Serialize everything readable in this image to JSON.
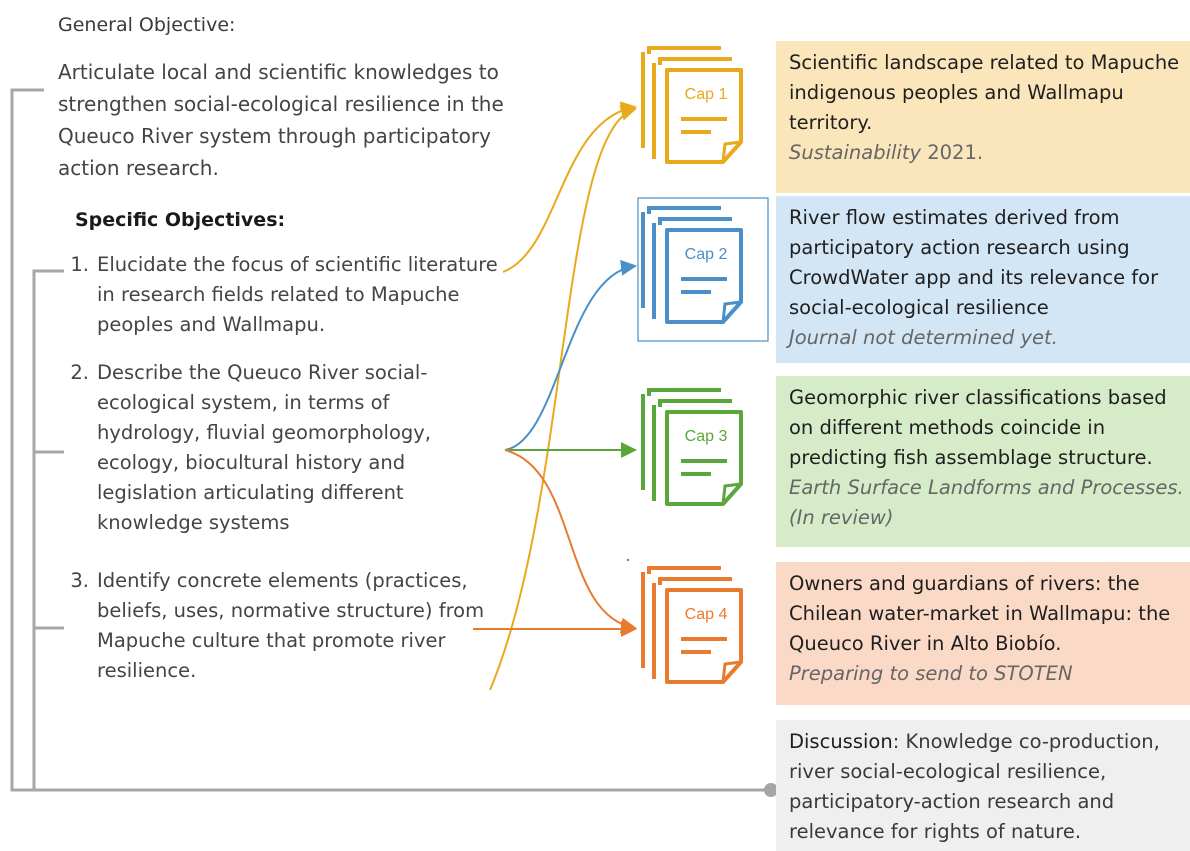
{
  "general": {
    "title": "General Objective:",
    "text": "Articulate local and scientific knowledges to strengthen social-ecological resilience in the Queuco River system through participatory action research."
  },
  "specific": {
    "title": "Specific Objectives:",
    "items": [
      {
        "num": "1.",
        "text": "Elucidate the focus of scientific literature in research fields related to Mapuche peoples and Wallmapu."
      },
      {
        "num": "2.",
        "text": "Describe the Queuco River social-ecological system, in terms of hydrology, fluvial geomorphology, ecology, biocultural history and legislation articulating different knowledge systems"
      },
      {
        "num": "3.",
        "text": "Identify concrete elements (practices, beliefs, uses, normative structure) from Mapuche culture that promote river resilience."
      }
    ]
  },
  "chapters": [
    {
      "label": "Cap 1",
      "color": "#e8a91c",
      "box_color": "#fbe6bc",
      "title": "Scientific landscape related to Mapuche indigenous peoples and Wallmapu territory.",
      "journal": "Sustainability",
      "journal_suffix": " 2021."
    },
    {
      "label": "Cap 2",
      "color": "#4a8fc8",
      "box_color": "#d3e6f6",
      "title": "River flow estimates derived from participatory action research using CrowdWater app and its relevance for social-ecological resilience",
      "journal": "Journal not determined yet."
    },
    {
      "label": "Cap 3",
      "color": "#5aa63a",
      "box_color": "#d6ecc9",
      "title": "Geomorphic river classifications based on different methods coincide in predicting fish assemblage structure.",
      "journal": "Earth Surface Landforms and Processes. (In review)"
    },
    {
      "label": "Cap 4",
      "color": "#e87b30",
      "box_color": "#fbd9c7",
      "title": "Owners and guardians of rivers: the Chilean water-market in Wallmapu: the Queuco River in Alto Biobío.",
      "journal": "Preparing to send to STOTEN"
    }
  ],
  "discussion": {
    "label": "Discussion",
    "text": ": Knowledge co-production, river social-ecological resilience, participatory-action research and relevance for rights of nature.",
    "box_color": "#efefef"
  },
  "colors": {
    "bracket": "#a6a6a6",
    "cap1": "#e8a91c",
    "cap2": "#4a8fc8",
    "cap3": "#5aa63a",
    "cap4": "#e87b30"
  }
}
